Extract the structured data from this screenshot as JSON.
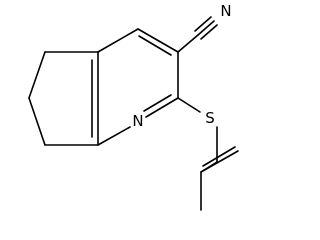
{
  "structure": {
    "atoms": {
      "N_nitrile": "N",
      "N_ring": "N",
      "S": "S"
    }
  },
  "colors": {
    "background": "#ffffff",
    "bond": "#000000",
    "label": "#000000"
  }
}
